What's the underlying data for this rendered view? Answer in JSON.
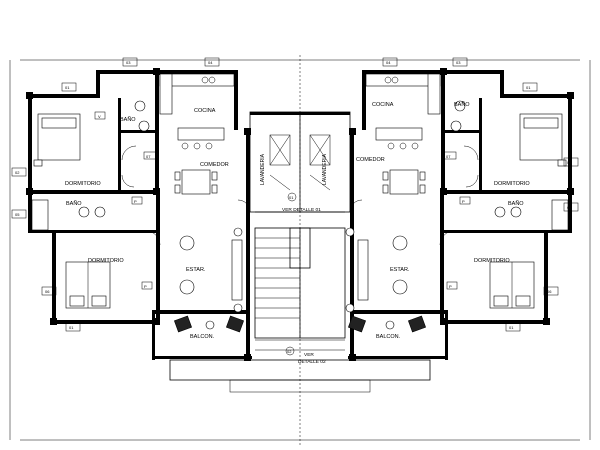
{
  "rooms": {
    "cocina": "COCINA",
    "bano": "BAÑO",
    "dormitorio": "DORMITORIO",
    "comedor": "COMEDOR",
    "estar": "ESTAR.",
    "balcon": "BALCON.",
    "lavanderia": "LAVANDERIA"
  },
  "details": {
    "ver_detalle_01": "VER DETALLE 01",
    "ver": "VER",
    "detalle_02": "DETALLE 02"
  },
  "markers": {
    "m01": "01",
    "m02": "02",
    "m03": "03",
    "m04": "04",
    "m05": "05",
    "m06": "06",
    "m07": "07",
    "v": "V",
    "p": "P"
  }
}
